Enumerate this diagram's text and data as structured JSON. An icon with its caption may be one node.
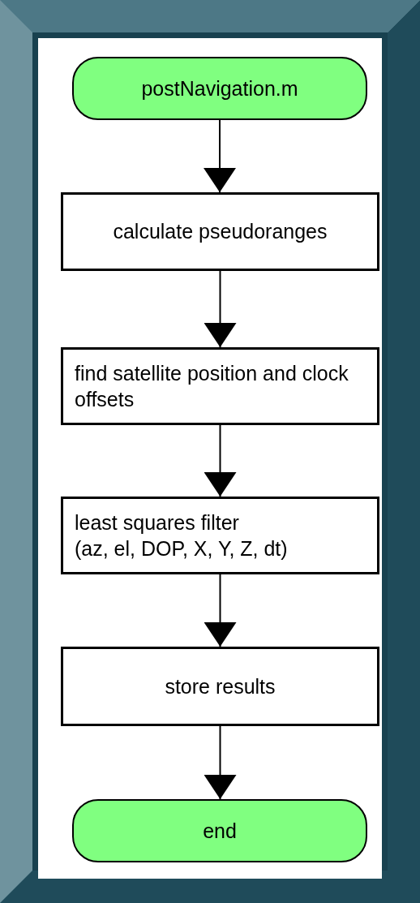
{
  "diagram": {
    "nodes": [
      {
        "text": [
          "postNavigation.m"
        ]
      },
      {
        "text": [
          "calculate pseudoranges"
        ]
      },
      {
        "text": [
          "find satellite position and clock offsets"
        ]
      },
      {
        "text": [
          "least squares filter",
          "(az, el, DOP, X, Y, Z, dt)"
        ]
      },
      {
        "text": [
          "store results"
        ]
      },
      {
        "text": [
          "end"
        ]
      }
    ],
    "edges": [
      {
        "from": 0,
        "to": 1,
        "arrow": "to"
      },
      {
        "from": 1,
        "to": 2,
        "arrow": "to"
      },
      {
        "from": 2,
        "to": 3,
        "arrow": "to"
      },
      {
        "from": 3,
        "to": 4,
        "arrow": "to"
      },
      {
        "from": 4,
        "to": 5,
        "arrow": "to"
      }
    ]
  }
}
